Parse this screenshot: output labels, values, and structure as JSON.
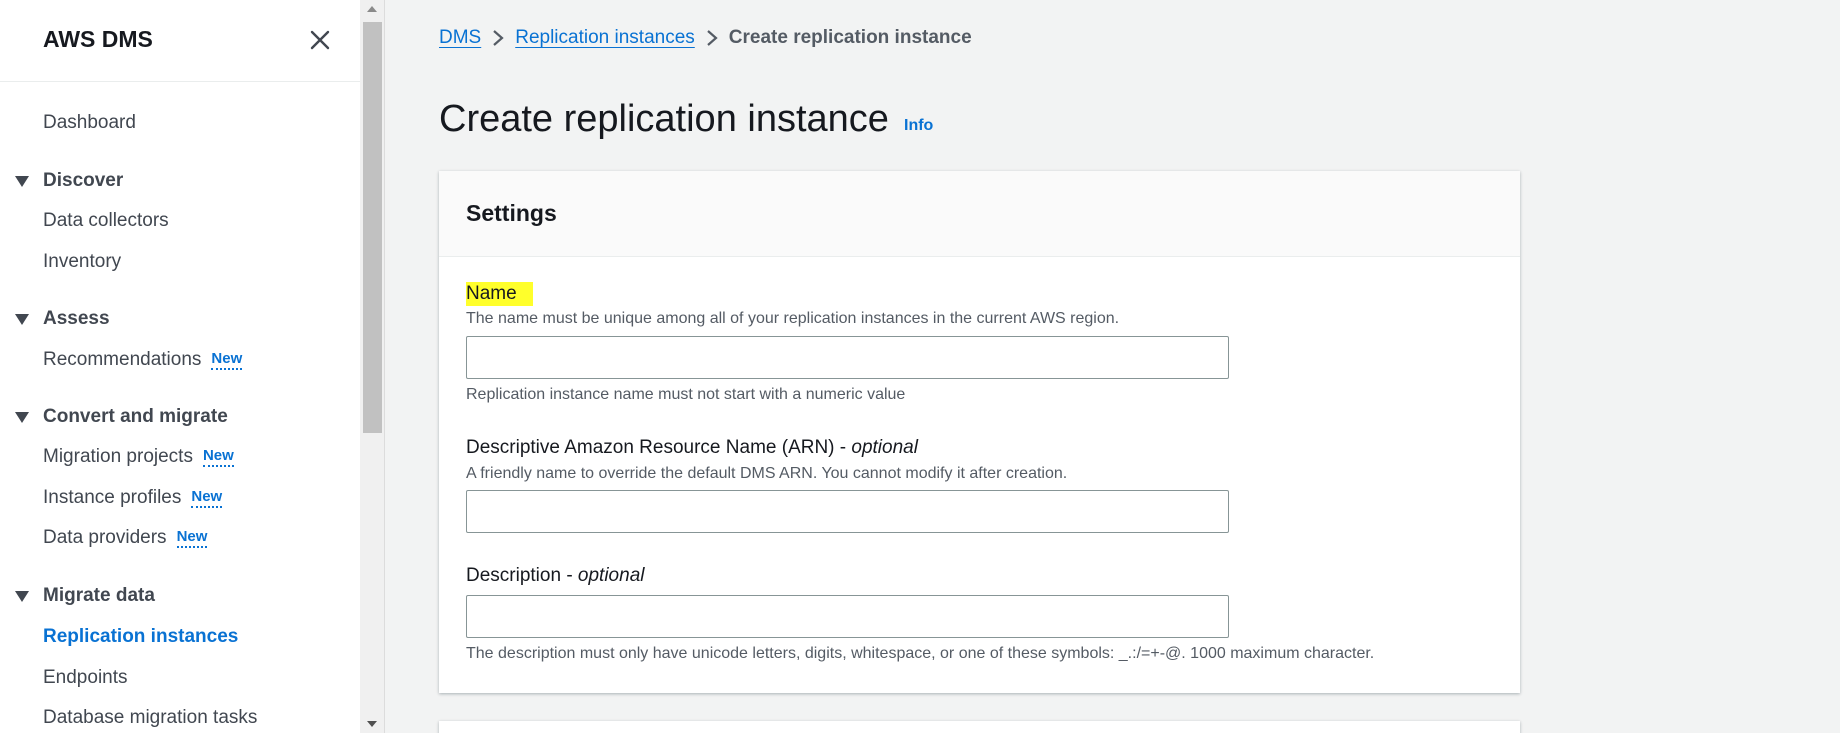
{
  "sidebar": {
    "title": "AWS DMS",
    "dashboard": "Dashboard",
    "sections": {
      "discover": {
        "label": "Discover",
        "items": [
          "Data collectors",
          "Inventory"
        ]
      },
      "assess": {
        "label": "Assess",
        "items": [
          "Recommendations"
        ]
      },
      "convert": {
        "label": "Convert and migrate",
        "items": [
          "Migration projects",
          "Instance profiles",
          "Data providers"
        ]
      },
      "migrate": {
        "label": "Migrate data",
        "items": [
          "Replication instances",
          "Endpoints",
          "Database migration tasks"
        ]
      }
    },
    "new_badge": "New"
  },
  "breadcrumb": {
    "root": "DMS",
    "parent": "Replication instances",
    "current": "Create replication instance"
  },
  "page": {
    "title": "Create replication instance",
    "info": "Info"
  },
  "settings": {
    "title": "Settings",
    "name": {
      "label": "Name",
      "description": "The name must be unique among all of your replication instances in the current AWS region.",
      "constraint": "Replication instance name must not start with a numeric value",
      "value": ""
    },
    "arn": {
      "label": "Descriptive Amazon Resource Name (ARN) - ",
      "optional": "optional",
      "description": "A friendly name to override the default DMS ARN. You cannot modify it after creation.",
      "value": ""
    },
    "description": {
      "label": "Description - ",
      "optional": "optional",
      "constraint": "The description must only have unicode letters, digits, whitespace, or one of these symbols: _.:/=+-@. 1000 maximum character.",
      "value": ""
    }
  },
  "colors": {
    "accent": "#0972d3",
    "highlight": "#ffff2b"
  }
}
